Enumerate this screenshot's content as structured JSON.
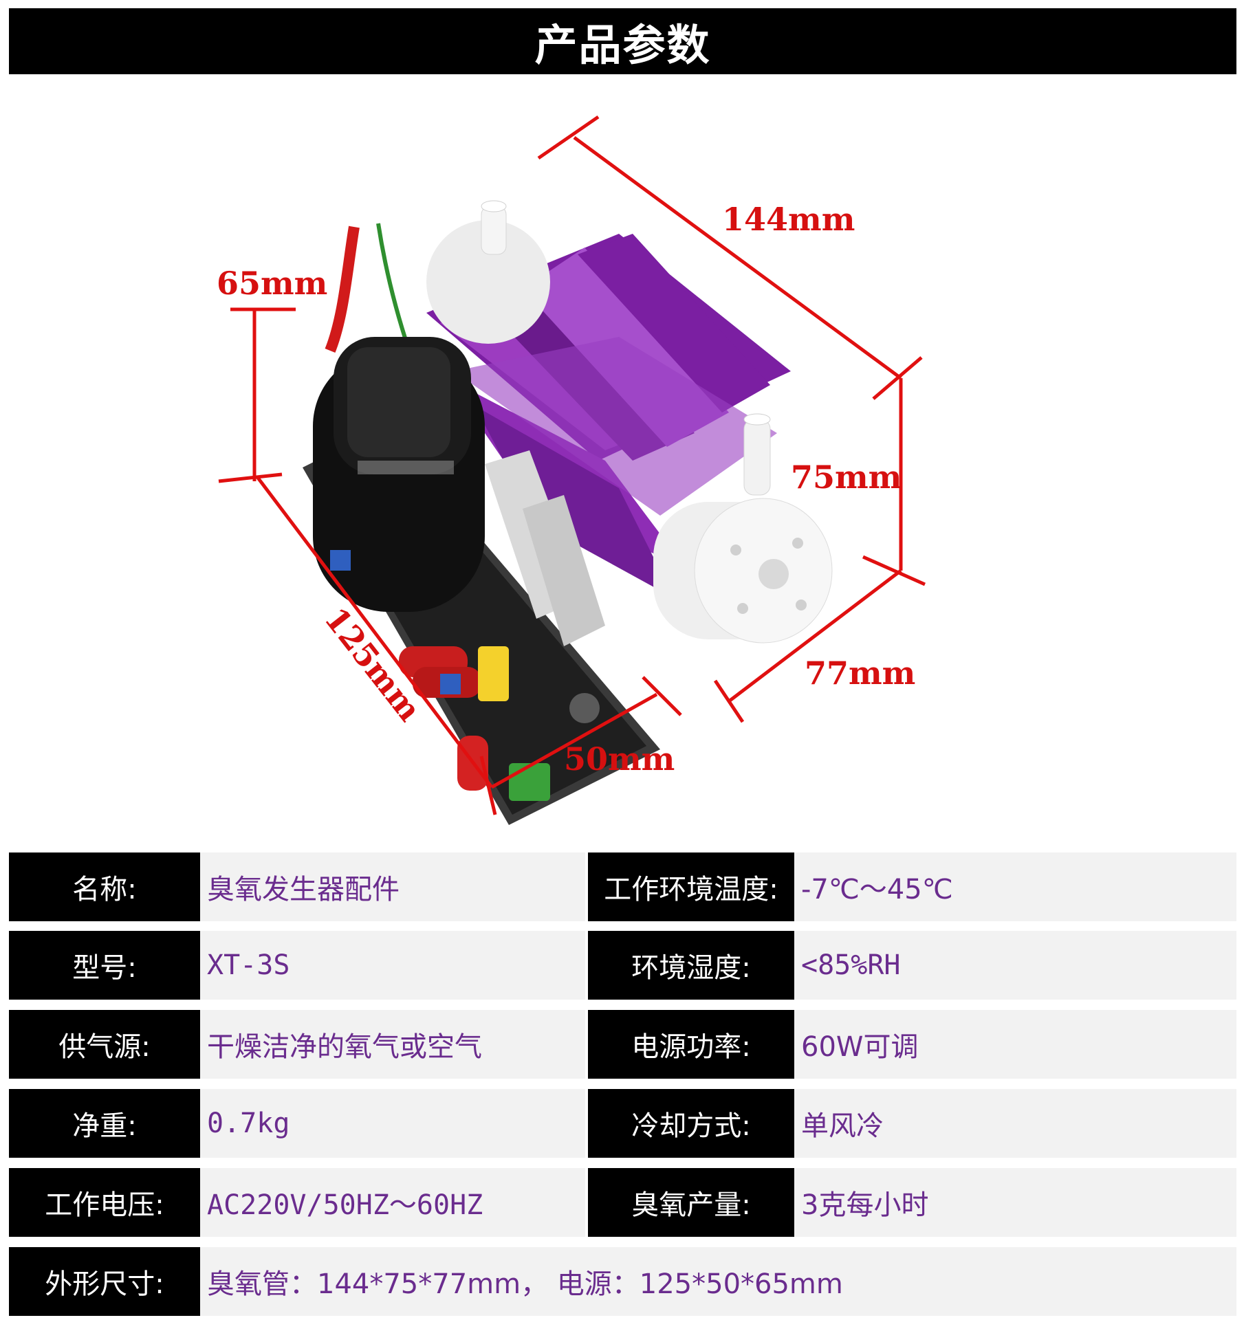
{
  "header": {
    "title": "产品参数"
  },
  "dimensions": {
    "tube_length": "144mm",
    "tube_height": "75mm",
    "tube_width": "77mm",
    "board_height": "65mm",
    "board_length": "125mm",
    "board_width": "50mm"
  },
  "specs": [
    {
      "label1": "名称:",
      "value1": "臭氧发生器配件",
      "label2": "工作环境温度:",
      "value2": "-7℃～45℃"
    },
    {
      "label1": "型号:",
      "value1": "XT-3S",
      "label2": "环境湿度:",
      "value2": "<85%RH"
    },
    {
      "label1": "供气源:",
      "value1": "干燥洁净的氧气或空气",
      "label2": "电源功率:",
      "value2": "60W可调"
    },
    {
      "label1": "净重:",
      "value1": "0.7kg",
      "label2": "冷却方式:",
      "value2": "单风冷"
    },
    {
      "label1": "工作电压:",
      "value1": "AC220V/50HZ～60HZ",
      "label2": "臭氧产量:",
      "value2": "3克每小时"
    }
  ],
  "size_row": {
    "label": "外形尺寸:",
    "value": "臭氧管：144*75*77mm， 电源：125*50*65mm"
  },
  "colors": {
    "dimension_lines": "#e01010",
    "heatsink": "#8a2aa8",
    "value_text": "#6a2c8e"
  }
}
